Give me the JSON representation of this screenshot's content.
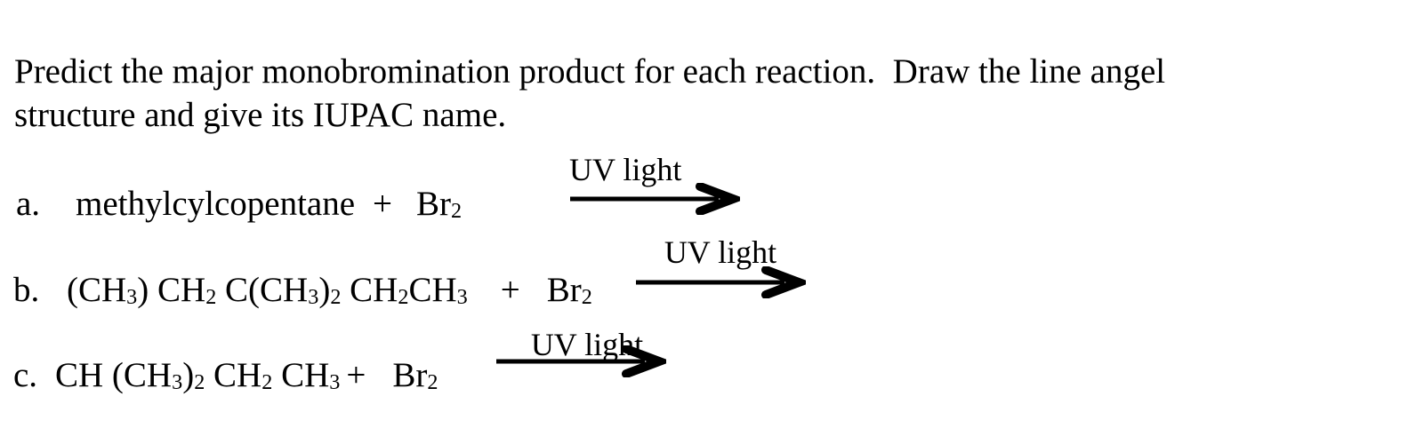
{
  "colors": {
    "text": "#000000",
    "background": "#ffffff"
  },
  "icons": {
    "reaction_arrow": "long-right-arrow"
  },
  "prompt": {
    "line1": "Predict the major monobromination product for each reaction.  Draw the line angel",
    "line2": "structure and give its IUPAC name."
  },
  "reactions": [
    {
      "label": "a.",
      "reactant": [
        {
          "t": "methylcylcopentane"
        }
      ],
      "plus": "+",
      "reagent": [
        {
          "t": "Br",
          "sub": "2"
        }
      ],
      "arrow_label": "UV light"
    },
    {
      "label": "b.",
      "reactant": [
        {
          "t": "(CH",
          "sub": "3"
        },
        {
          "t": ") CH",
          "sub": "2"
        },
        {
          "t": " C(CH",
          "sub": "3"
        },
        {
          "t": ")",
          "sub": "2"
        },
        {
          "t": " CH",
          "sub": "2"
        },
        {
          "t": "CH",
          "sub": "3"
        }
      ],
      "plus": "+",
      "reagent": [
        {
          "t": "Br",
          "sub": "2"
        }
      ],
      "arrow_label": "UV light"
    },
    {
      "label": "c.",
      "reactant": [
        {
          "t": "CH (CH",
          "sub": "3"
        },
        {
          "t": ")",
          "sub": "2"
        },
        {
          "t": " CH",
          "sub": "2"
        },
        {
          "t": " CH",
          "sub": "3"
        }
      ],
      "plus": "+",
      "reagent": [
        {
          "t": "Br",
          "sub": "2"
        }
      ],
      "arrow_label": "UV light"
    }
  ]
}
